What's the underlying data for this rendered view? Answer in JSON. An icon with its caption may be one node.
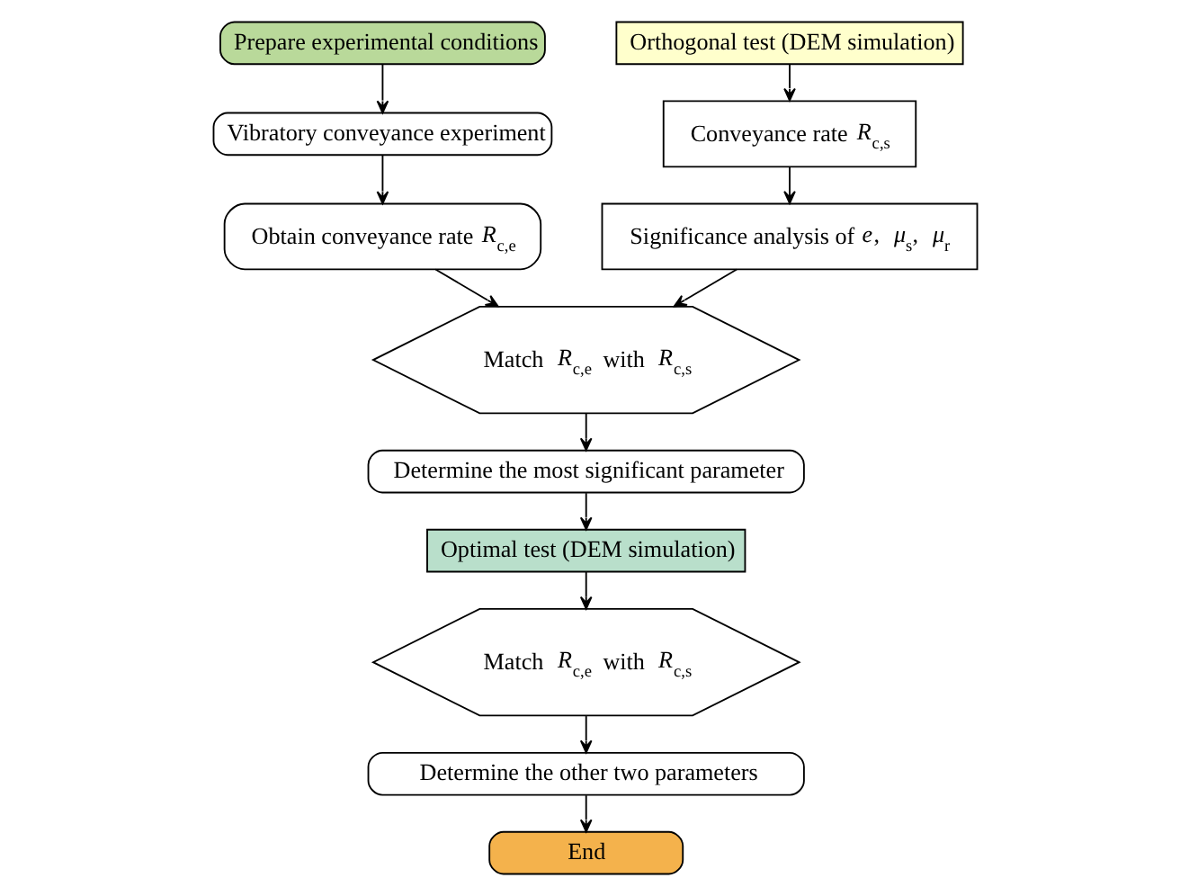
{
  "diagram": {
    "nodes": [
      {
        "text": [
          "Prepare experimental conditions"
        ]
      },
      {
        "text": [
          "Vibratory conveyance experiment"
        ]
      },
      {
        "text": [
          "Obtain conveyance rate *R*$_{c,e}$"
        ]
      },
      {
        "text": [
          "Orthogonal test (DEM simulation)"
        ]
      },
      {
        "text": [
          "Conveyance rate *R*$_{c,s}$"
        ]
      },
      {
        "text": [
          "Significance analysis of *e*, *μ*$_{s}$, *μ*$_{r}$"
        ]
      },
      {
        "text": [
          "Match *R*$_{c,e}$ with *R*$_{c,s}$"
        ]
      },
      {
        "text": [
          "Determine the most significant parameter"
        ]
      },
      {
        "text": [
          "Optimal test (DEM simulation)"
        ]
      },
      {
        "text": [
          "Match *R*$_{c,e}$ with *R*$_{c,s}$"
        ]
      },
      {
        "text": [
          "Determine the other two parameters"
        ]
      },
      {
        "text": [
          "End"
        ]
      }
    ],
    "edges": [
      {
        "from": 0,
        "to": 1,
        "arrow": "to"
      },
      {
        "from": 1,
        "to": 2,
        "arrow": "to"
      },
      {
        "from": 2,
        "to": 6,
        "arrow": "to"
      },
      {
        "from": 3,
        "to": 4,
        "arrow": "to"
      },
      {
        "from": 4,
        "to": 5,
        "arrow": "to"
      },
      {
        "from": 5,
        "to": 6,
        "arrow": "to"
      },
      {
        "from": 6,
        "to": 7,
        "arrow": "to"
      },
      {
        "from": 7,
        "to": 8,
        "arrow": "to"
      },
      {
        "from": 8,
        "to": 9,
        "arrow": "to"
      },
      {
        "from": 9,
        "to": 10,
        "arrow": "to"
      },
      {
        "from": 10,
        "to": 11,
        "arrow": "to"
      }
    ]
  }
}
